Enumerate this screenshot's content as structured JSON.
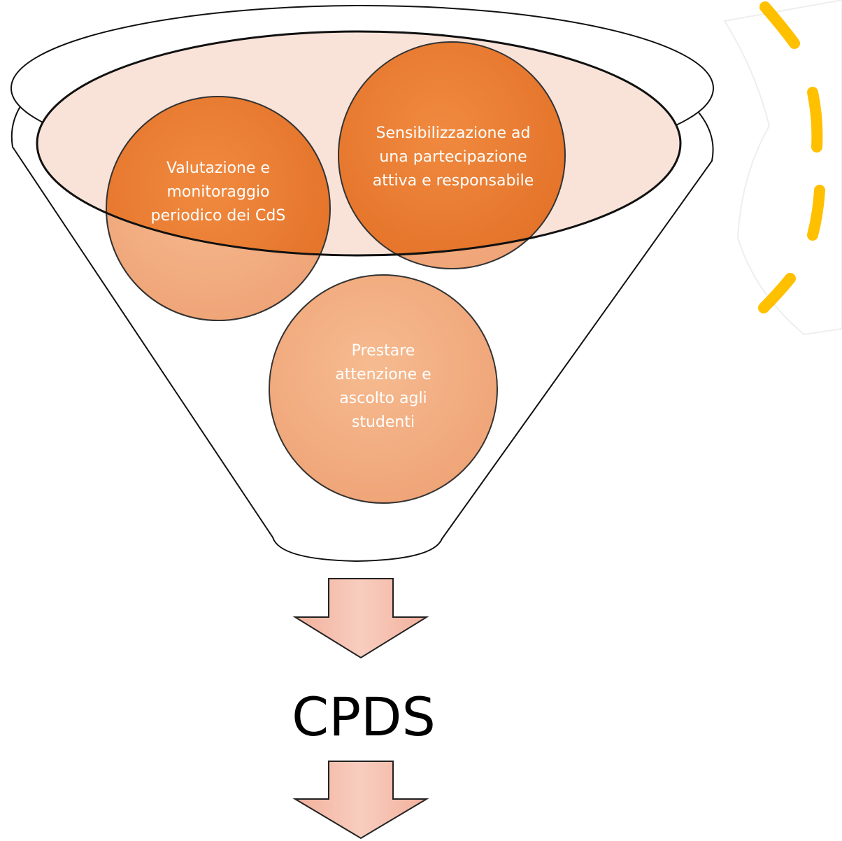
{
  "diagram": {
    "circles": [
      {
        "label": "Valutazione e monitoraggio periodico dei CdS"
      },
      {
        "label": "Sensibilizzazione ad una partecipazione attiva e responsabile"
      },
      {
        "label": "Prestare attenzione e ascolto agli studenti"
      }
    ],
    "output_label": "CPDS"
  },
  "colors": {
    "circle_dark": "#ED7D31",
    "circle_light": "#F4B183",
    "funnel_fill": "#F9E3D9",
    "arrow_fill": "#F4B9A8",
    "road_dash": "#FFC000"
  }
}
